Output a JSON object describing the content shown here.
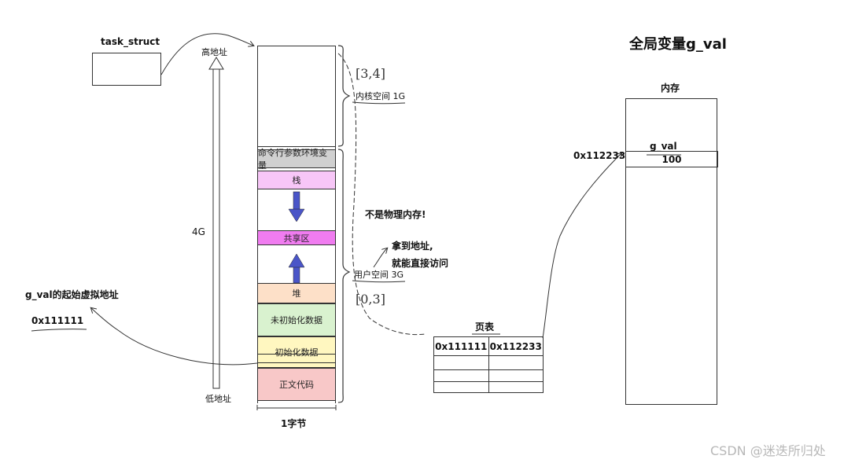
{
  "task_struct": {
    "label": "task_struct"
  },
  "address_axis": {
    "high": "高地址",
    "low": "低地址",
    "size": "4G"
  },
  "kernel": {
    "label": "内核空间 1G",
    "note": "[3,4]"
  },
  "user": {
    "label": "用户空间 3G",
    "note": "[0,3]"
  },
  "segments": {
    "args": "命令行参数环境变量",
    "stack": "栈",
    "shared": "共享区",
    "heap": "堆",
    "bss": "未初始化数据",
    "data": "初始化数据",
    "text": "正文代码"
  },
  "byte_label": "1字节",
  "annotations": {
    "not_physical": "不是物理内存!",
    "get_addr_line1": "拿到地址,",
    "get_addr_line2": "就能直接访问"
  },
  "virtual": {
    "title": "g_val的起始虚拟地址",
    "address": "0x111111"
  },
  "page_table": {
    "title": "页表",
    "rows": [
      {
        "virtual": "0x111111",
        "physical": "0x112233"
      },
      {
        "virtual": "",
        "physical": ""
      },
      {
        "virtual": "",
        "physical": ""
      },
      {
        "virtual": "",
        "physical": ""
      }
    ]
  },
  "memory": {
    "heading": "全局变量g_val",
    "title": "内存",
    "address": "0x112233",
    "var_name": "g_val",
    "var_value": "100"
  },
  "watermark": "CSDN @迷迭所归处",
  "colors": {
    "args": "#d0d0d0",
    "stack": "#f7c6f7",
    "shared": "#f07cf0",
    "heap": "#fde0c8",
    "bss": "#d9f2cf",
    "data": "#fff7c0",
    "text": "#f8c8c8",
    "arrow": "#4a55c8"
  }
}
